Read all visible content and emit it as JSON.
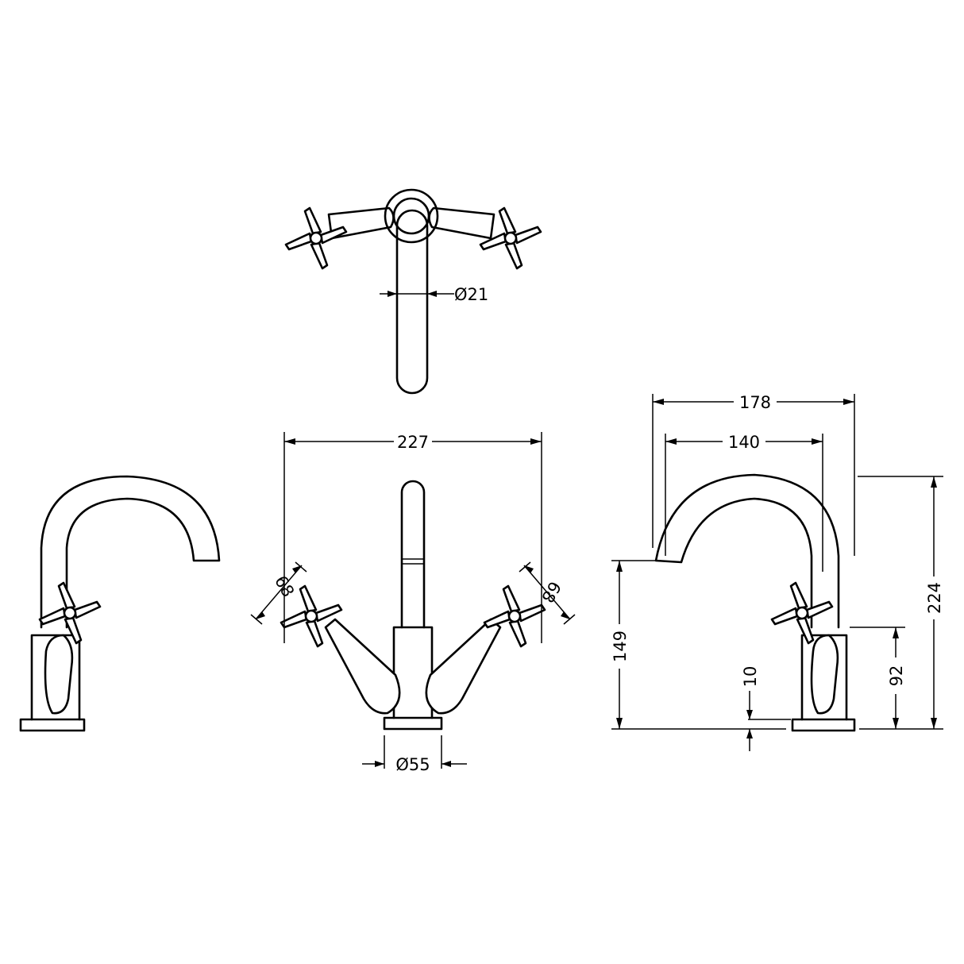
{
  "dimensions": {
    "top_spout_diameter": "Ø21",
    "front_width": "227",
    "front_base_diameter": "Ø55",
    "handle_left": "68",
    "handle_right": "68",
    "side_reach_outer": "178",
    "side_reach_inner": "140",
    "side_total_height": "224",
    "side_spout_height": "149",
    "side_handle_height": "92",
    "side_base_height": "10"
  },
  "colors": {
    "line": "#000000",
    "background": "#ffffff"
  }
}
